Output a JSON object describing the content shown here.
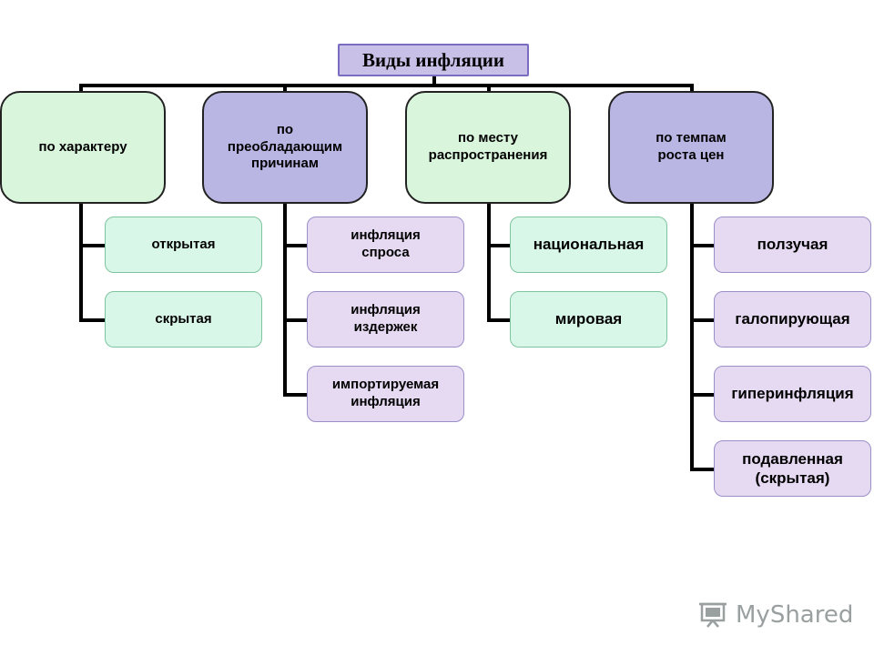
{
  "title": "Виды инфляции",
  "categories": [
    {
      "label": "по характеру",
      "items": [
        "открытая",
        "скрытая"
      ]
    },
    {
      "label": "по\nпреобладающим\nпричинам",
      "items": [
        "инфляция\nспроса",
        "инфляция\nиздержек",
        "импортируемая\nинфляция"
      ]
    },
    {
      "label": "по месту\nраспространения",
      "items": [
        "национальная",
        "мировая"
      ]
    },
    {
      "label": "по темпам\nроста цен",
      "items": [
        "ползучая",
        "галопирующая",
        "гиперинфляция",
        "подавленная\n(скрытая)"
      ]
    }
  ],
  "watermark": "MyShared"
}
